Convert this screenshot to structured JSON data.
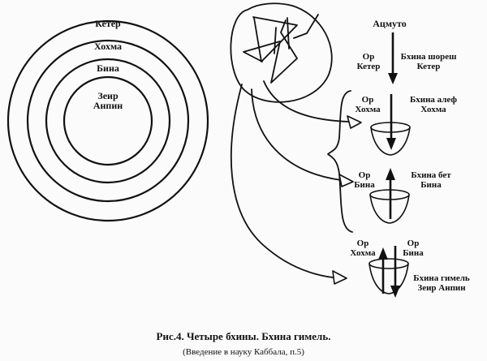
{
  "rings": {
    "outer": "Кетер",
    "second": "Хохма",
    "third": "Бина",
    "inner_line1": "Зеир",
    "inner_line2": "Анпин"
  },
  "stages": {
    "source": "Ацмуто",
    "keter_left_1": "Ор",
    "keter_left_2": "Кетер",
    "keter_right_1": "Бхина шореш",
    "keter_right_2": "Кетер",
    "hochma_left_1": "Ор",
    "hochma_left_2": "Хохма",
    "hochma_right_1": "Бхина алеф",
    "hochma_right_2": "Хохма",
    "bina_left_1": "Ор",
    "bina_left_2": "Бина",
    "bina_right_1": "Бхина бет",
    "bina_right_2": "Бина",
    "za_left_1": "Ор",
    "za_left_2": "Хохма",
    "za_mid_1": "Ор",
    "za_mid_2": "Бина",
    "za_right_1": "Бхина гимель",
    "za_right_2": "Зеир Анпин"
  },
  "caption": {
    "title": "Рис.4. Четыре бхины. Бхина гимель.",
    "source": "(Введение в науку Каббала, п.5)"
  }
}
